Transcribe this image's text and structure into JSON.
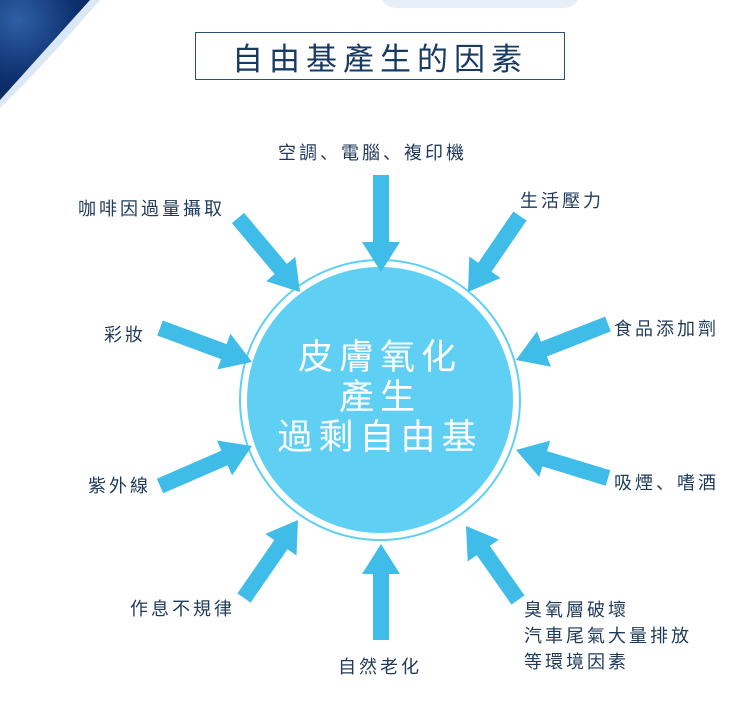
{
  "title": "自由基產生的因素",
  "center": {
    "lines": [
      "皮膚氧化",
      "產生",
      "過剩自由基"
    ]
  },
  "factors": [
    {
      "id": "top",
      "lines": [
        "空調、電腦、複印機"
      ]
    },
    {
      "id": "top-right",
      "lines": [
        "生活壓力"
      ]
    },
    {
      "id": "right-upper",
      "lines": [
        "食品添加劑"
      ]
    },
    {
      "id": "right-lower",
      "lines": [
        "吸煙、嗜酒"
      ]
    },
    {
      "id": "bottom-right",
      "lines": [
        "臭氧層破壞",
        "汽車尾氣大量排放",
        "等環境因素"
      ]
    },
    {
      "id": "bottom",
      "lines": [
        "自然老化"
      ]
    },
    {
      "id": "bottom-left",
      "lines": [
        "作息不規律"
      ]
    },
    {
      "id": "left-lower",
      "lines": [
        "紫外線"
      ]
    },
    {
      "id": "left-upper",
      "lines": [
        "彩妝"
      ]
    },
    {
      "id": "top-left",
      "lines": [
        "咖啡因過量攝取"
      ]
    }
  ],
  "colors": {
    "circle_fill": "#5fd0f3",
    "circle_ring": "#5fd0f3",
    "arrow": "#3fbde8",
    "title_border": "#2a4f78",
    "text": "#1f3a5a"
  }
}
